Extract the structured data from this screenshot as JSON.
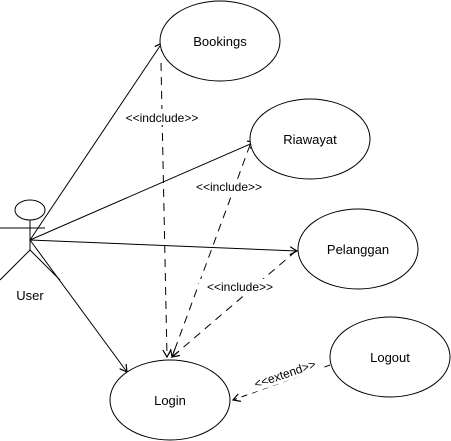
{
  "actor": {
    "label": "User"
  },
  "use_cases": {
    "bookings": "Bookings",
    "riawayat": "Riawayat",
    "pelanggan": "Pelanggan",
    "login": "Login",
    "logout": "Logout"
  },
  "relations": {
    "bookings_login": "<<indclude>>",
    "riawayat_login": "<<include>>",
    "pelanggan_login": "<<include>>",
    "logout_login": "<<extend>>"
  }
}
